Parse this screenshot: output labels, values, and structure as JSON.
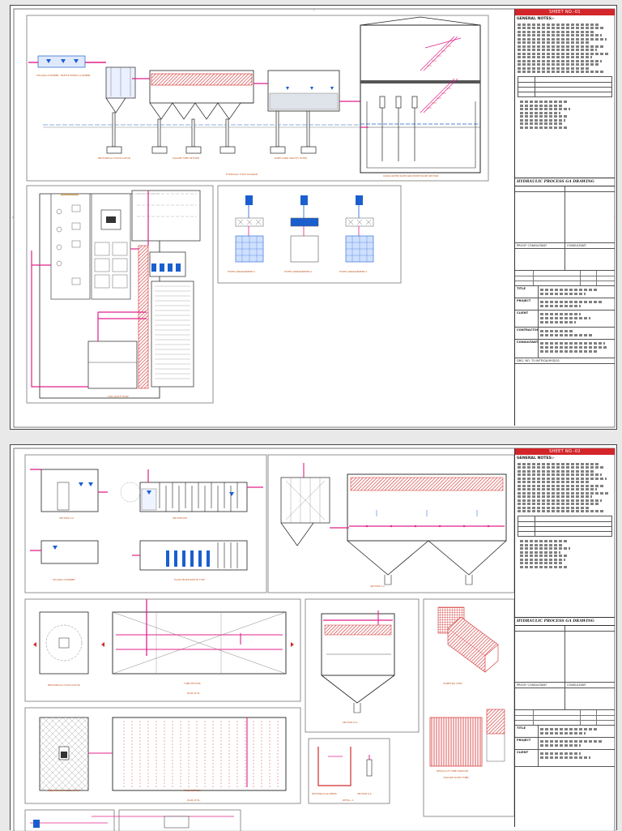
{
  "sheet1": {
    "sheet_no": "SHEET NO.-01",
    "notes_heading": "GENERAL NOTES:-",
    "drawing_title": "HYDRAULIC PROCESS GA DRAWING",
    "views": {
      "stilling_chamber": "STILLING CHAMBER",
      "baffle_mixing": "BAFFLE MIXING CHAMBER",
      "mech_flocculator": "MECHANICAL FLOCCULATOR",
      "tube_settler": "SQUARE TUBE SETTLER",
      "gravity_filter": "RAPID SAND GRAVITY FILTER",
      "profile": "HYDRAULIC FLOW DIAGRAM",
      "plan": "TOP LAYOUT PLAN",
      "arr1": "FILTER ARRANGEMENT-1",
      "arr2": "FILTER ARRANGEMENT-2",
      "arr3": "FILTER ARRANGEMENT-3",
      "section": "CLEAR WATER SUMP AND PUMP HOUSE SECTION"
    },
    "title_block": {
      "proof_consultant": "PROOF CONSULTANT",
      "consultant": "CONSULTANT",
      "title_key": "TITLE",
      "project_key": "PROJECT",
      "client_key": "CLIENT",
      "contractor_key": "CONTRACTOR",
      "consultant_key": "CONSULTANT",
      "drg_no": "DRG. NO. TO.WTP/GA/HYD/01"
    }
  },
  "sheet2": {
    "sheet_no": "SHEET NO.-02",
    "notes_heading": "GENERAL NOTES:-",
    "drawing_title": "HYDRAULIC PROCESS GA DRAWING",
    "views": {
      "section_aa": "SECTION A-A",
      "section_bb": "SECTION B-B",
      "stilling": "STILLING CHAMBER",
      "flash_mixer": "FLASH MIXER BAFFLE TYPE",
      "section_cc": "SECTION C-C",
      "mech_floc_1": "MECHANICAL FLOCCULATOR",
      "tube_settler_1": "TUBE SETTLER",
      "plan_el": "PLAN AT EL.",
      "section_dd": "SECTION D-D",
      "isometric": "ISOMETRIC VIEW",
      "mech_floc_2": "MECHANICAL FLOCCULATOR",
      "tube_settler_2": "TUBE SETTLER",
      "plan_el_2": "PLAN AT EL.",
      "rect_weirs": "RECTANGULAR WEIRS",
      "section_k": "SECTION K-K",
      "detail_a": "DETAIL -A",
      "tube_modules": "DETAILS OF TUBE MODULES",
      "square_tube": "(SQUARE SHAPE TUBE)"
    },
    "title_block": {
      "proof_consultant": "PROOF CONSULTANT",
      "consultant": "CONSULTANT",
      "title_key": "TITLE",
      "project_key": "PROJECT",
      "client_key": "CLIENT"
    }
  },
  "colors": {
    "pipe_magenta": "#e0218a",
    "hatch_red": "#d32a2a",
    "water_blue": "#1b5fcf",
    "label_orange": "#c2531b",
    "banner_red": "#d2262a"
  }
}
